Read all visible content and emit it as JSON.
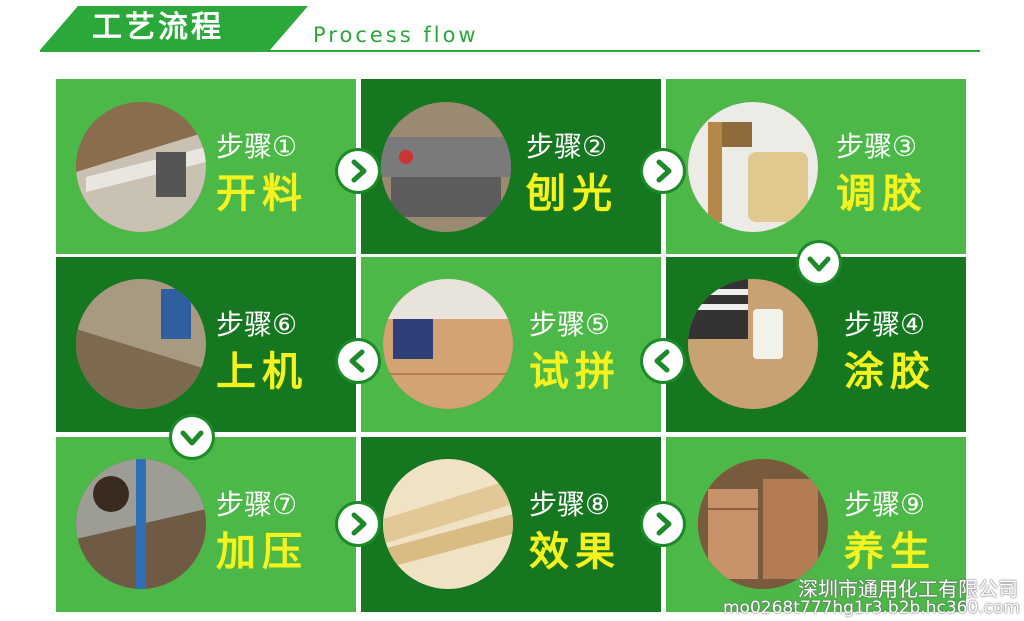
{
  "header": {
    "title": "工艺流程",
    "subtitle": "Process flow"
  },
  "colors": {
    "light_green": "#4cb848",
    "dark_green": "#15771f",
    "label_yellow": "#f6f21e",
    "brand_green": "#2aa839"
  },
  "steps": [
    {
      "label": "步骤①",
      "name": "开料"
    },
    {
      "label": "步骤②",
      "name": "刨光"
    },
    {
      "label": "步骤③",
      "name": "调胶"
    },
    {
      "label": "步骤④",
      "name": "涂胶"
    },
    {
      "label": "步骤⑤",
      "name": "试拼"
    },
    {
      "label": "步骤⑥",
      "name": "上机"
    },
    {
      "label": "步骤⑦",
      "name": "加压"
    },
    {
      "label": "步骤⑧",
      "name": "效果"
    },
    {
      "label": "步骤⑨",
      "name": "养生"
    }
  ],
  "arrows": [
    {
      "icon": "chevron-right-icon"
    },
    {
      "icon": "chevron-right-icon"
    },
    {
      "icon": "chevron-down-icon"
    },
    {
      "icon": "chevron-left-icon"
    },
    {
      "icon": "chevron-left-icon"
    },
    {
      "icon": "chevron-down-icon"
    },
    {
      "icon": "chevron-right-icon"
    },
    {
      "icon": "chevron-right-icon"
    }
  ],
  "watermark": {
    "company": "深圳市通用化工有限公司",
    "site": "mo0268t777hg1r3.b2b.hc360.com"
  }
}
